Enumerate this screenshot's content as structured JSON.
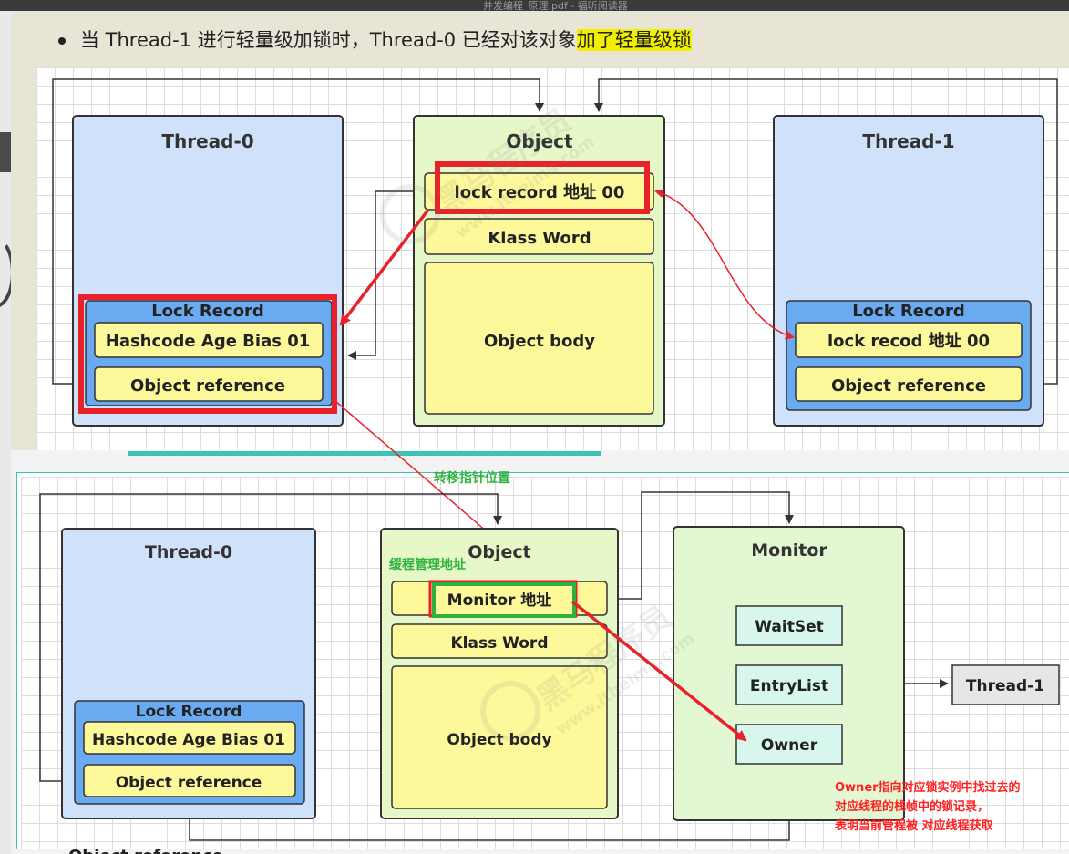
{
  "window": {
    "title": "并发编程_原理.pdf - 福昕阅读器"
  },
  "bullet": {
    "text_plain": "当 Thread-1 进行轻量级加锁时，Thread-0 已经对该对象",
    "text_highlight": "加了轻量级锁"
  },
  "diagram1": {
    "thread0": {
      "title": "Thread-0",
      "lock_record": "Lock Record",
      "hashcode": "Hashcode Age Bias 01",
      "objref": "Object reference"
    },
    "object": {
      "title": "Object",
      "mark": "lock record 地址 00",
      "klass": "Klass Word",
      "body": "Object body"
    },
    "thread1": {
      "title": "Thread-1",
      "lock_record": "Lock Record",
      "lockrecod": "lock recod 地址 00",
      "objref": "Object reference"
    }
  },
  "diagram2": {
    "thread0": {
      "title": "Thread-0",
      "lock_record": "Lock Record",
      "hashcode": "Hashcode Age Bias 01",
      "objref": "Object reference"
    },
    "object": {
      "title": "Object",
      "mark": "Monitor 地址",
      "klass": "Klass Word",
      "body": "Object body"
    },
    "monitor": {
      "title": "Monitor",
      "waitset": "WaitSet",
      "entrylist": "EntryList",
      "owner": "Owner"
    },
    "thread1": "Thread-1"
  },
  "annotations": {
    "transfer_pointer": "转移指针位置",
    "cache_monitor": "缓程管理地址",
    "owner_note": [
      "Owner指向对应锁实例中找过去的",
      "对应线程的栈帧中的锁记录，",
      "表明当前管程被 对应线程获取"
    ],
    "bottom_cut": "Object reference"
  },
  "watermark": {
    "brand": "黑马程序员",
    "site": "www.itheima.com"
  },
  "colors": {
    "thread_box": "#cfe2fa",
    "object_box": "#e6f7c8",
    "field": "#fdf99a",
    "lock_record": "#6aaaf0",
    "monitor_box": "#e2f7d2",
    "monitor_item": "#d6f6ee",
    "thread1_box": "#e6e6e6",
    "red": "#e8222a",
    "green": "#2db33d",
    "annotation_red": "#ff2020"
  }
}
